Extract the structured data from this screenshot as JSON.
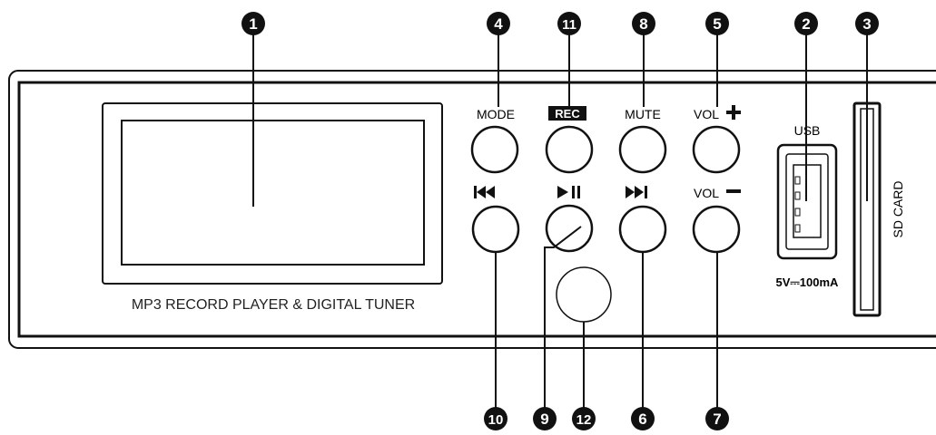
{
  "panel": {
    "product_label": "MP3 RECORD PLAYER & DIGITAL TUNER",
    "buttons": {
      "mode": "MODE",
      "rec": "REC",
      "mute": "MUTE",
      "vol_up": "VOL",
      "vol_down": "VOL"
    },
    "usb_label": "USB",
    "usb_rating": "5V⎓100mA",
    "sd_label": "SD CARD"
  },
  "callouts": {
    "display": "1",
    "usb": "2",
    "sd": "3",
    "mode": "4",
    "vol_up": "5",
    "next": "6",
    "vol_down": "7",
    "mute": "8",
    "play_pause": "9",
    "prev": "10",
    "rec": "11",
    "ir": "12"
  }
}
